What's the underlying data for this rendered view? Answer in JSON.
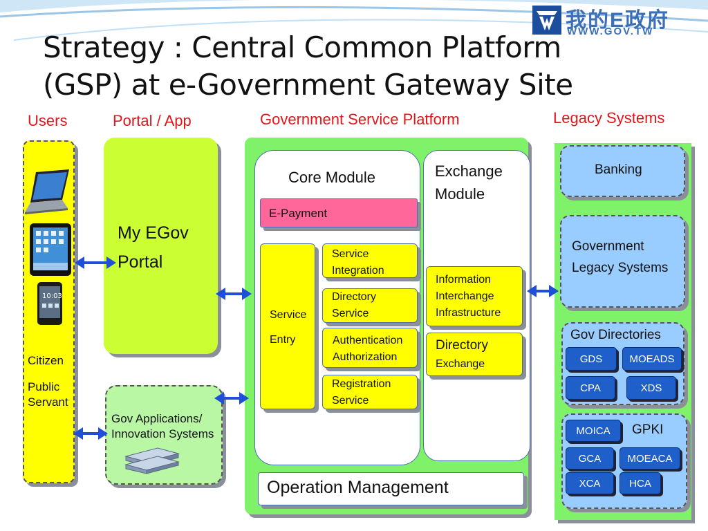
{
  "title": {
    "line1": "Strategy : Central Common Platform",
    "line2": "(GSP) at e-Government Gateway Site"
  },
  "logo": {
    "icon": "gov-logo-icon",
    "text": "我的E政府",
    "url_text": "WWW.GOV.TW"
  },
  "columns": {
    "users": "Users",
    "portal": "Portal / App",
    "gsp": "Government Service Platform",
    "legacy": "Legacy Systems"
  },
  "users": {
    "devices": [
      "laptop-icon",
      "tablet-icon",
      "smartphone-icon"
    ],
    "citizen": "Citizen",
    "public_servant_1": "Public",
    "public_servant_2": "Servant"
  },
  "portal": {
    "line1": "My EGov",
    "line2": "Portal"
  },
  "gov_apps": {
    "line1": "Gov Applications/",
    "line2": "Innovation Systems",
    "icon": "server-stack-icon"
  },
  "core_module": {
    "title": "Core Module",
    "epayment": "E-Payment",
    "service_entry_1": "Service",
    "service_entry_2": "Entry",
    "service_integration_1": "Service",
    "service_integration_2": "Integration",
    "directory_service_1": "Directory",
    "directory_service_2": "Service",
    "auth_1": "Authentication",
    "auth_2": "Authorization",
    "registration_1": "Registration",
    "registration_2": "Service"
  },
  "exchange_module": {
    "title_1": "Exchange",
    "title_2": "Module",
    "info_1": "Information",
    "info_2": "Interchange",
    "info_3": "Infrastructure",
    "dir_1": "Directory",
    "dir_2": "Exchange"
  },
  "operation_management": "Operation Management",
  "legacy": {
    "banking": "Banking",
    "gov_legacy_1": "Government",
    "gov_legacy_2": "Legacy Systems",
    "gov_directories": "Gov Directories",
    "gds": "GDS",
    "moeads": "MOEADS",
    "cpa": "CPA",
    "xds": "XDS",
    "gpki": "GPKI",
    "moica": "MOICA",
    "gca": "GCA",
    "moeaca": "MOEACA",
    "xca": "XCA",
    "hca": "HCA"
  },
  "colors": {
    "heading_red": "#e0161b",
    "yellow": "#ffff00",
    "lime": "#ccff33",
    "green": "#7ff26a",
    "pink": "#ff6699",
    "light_blue": "#99ccff",
    "dark_blue": "#1f5fc9",
    "arrow_blue": "#1f4fd6"
  }
}
